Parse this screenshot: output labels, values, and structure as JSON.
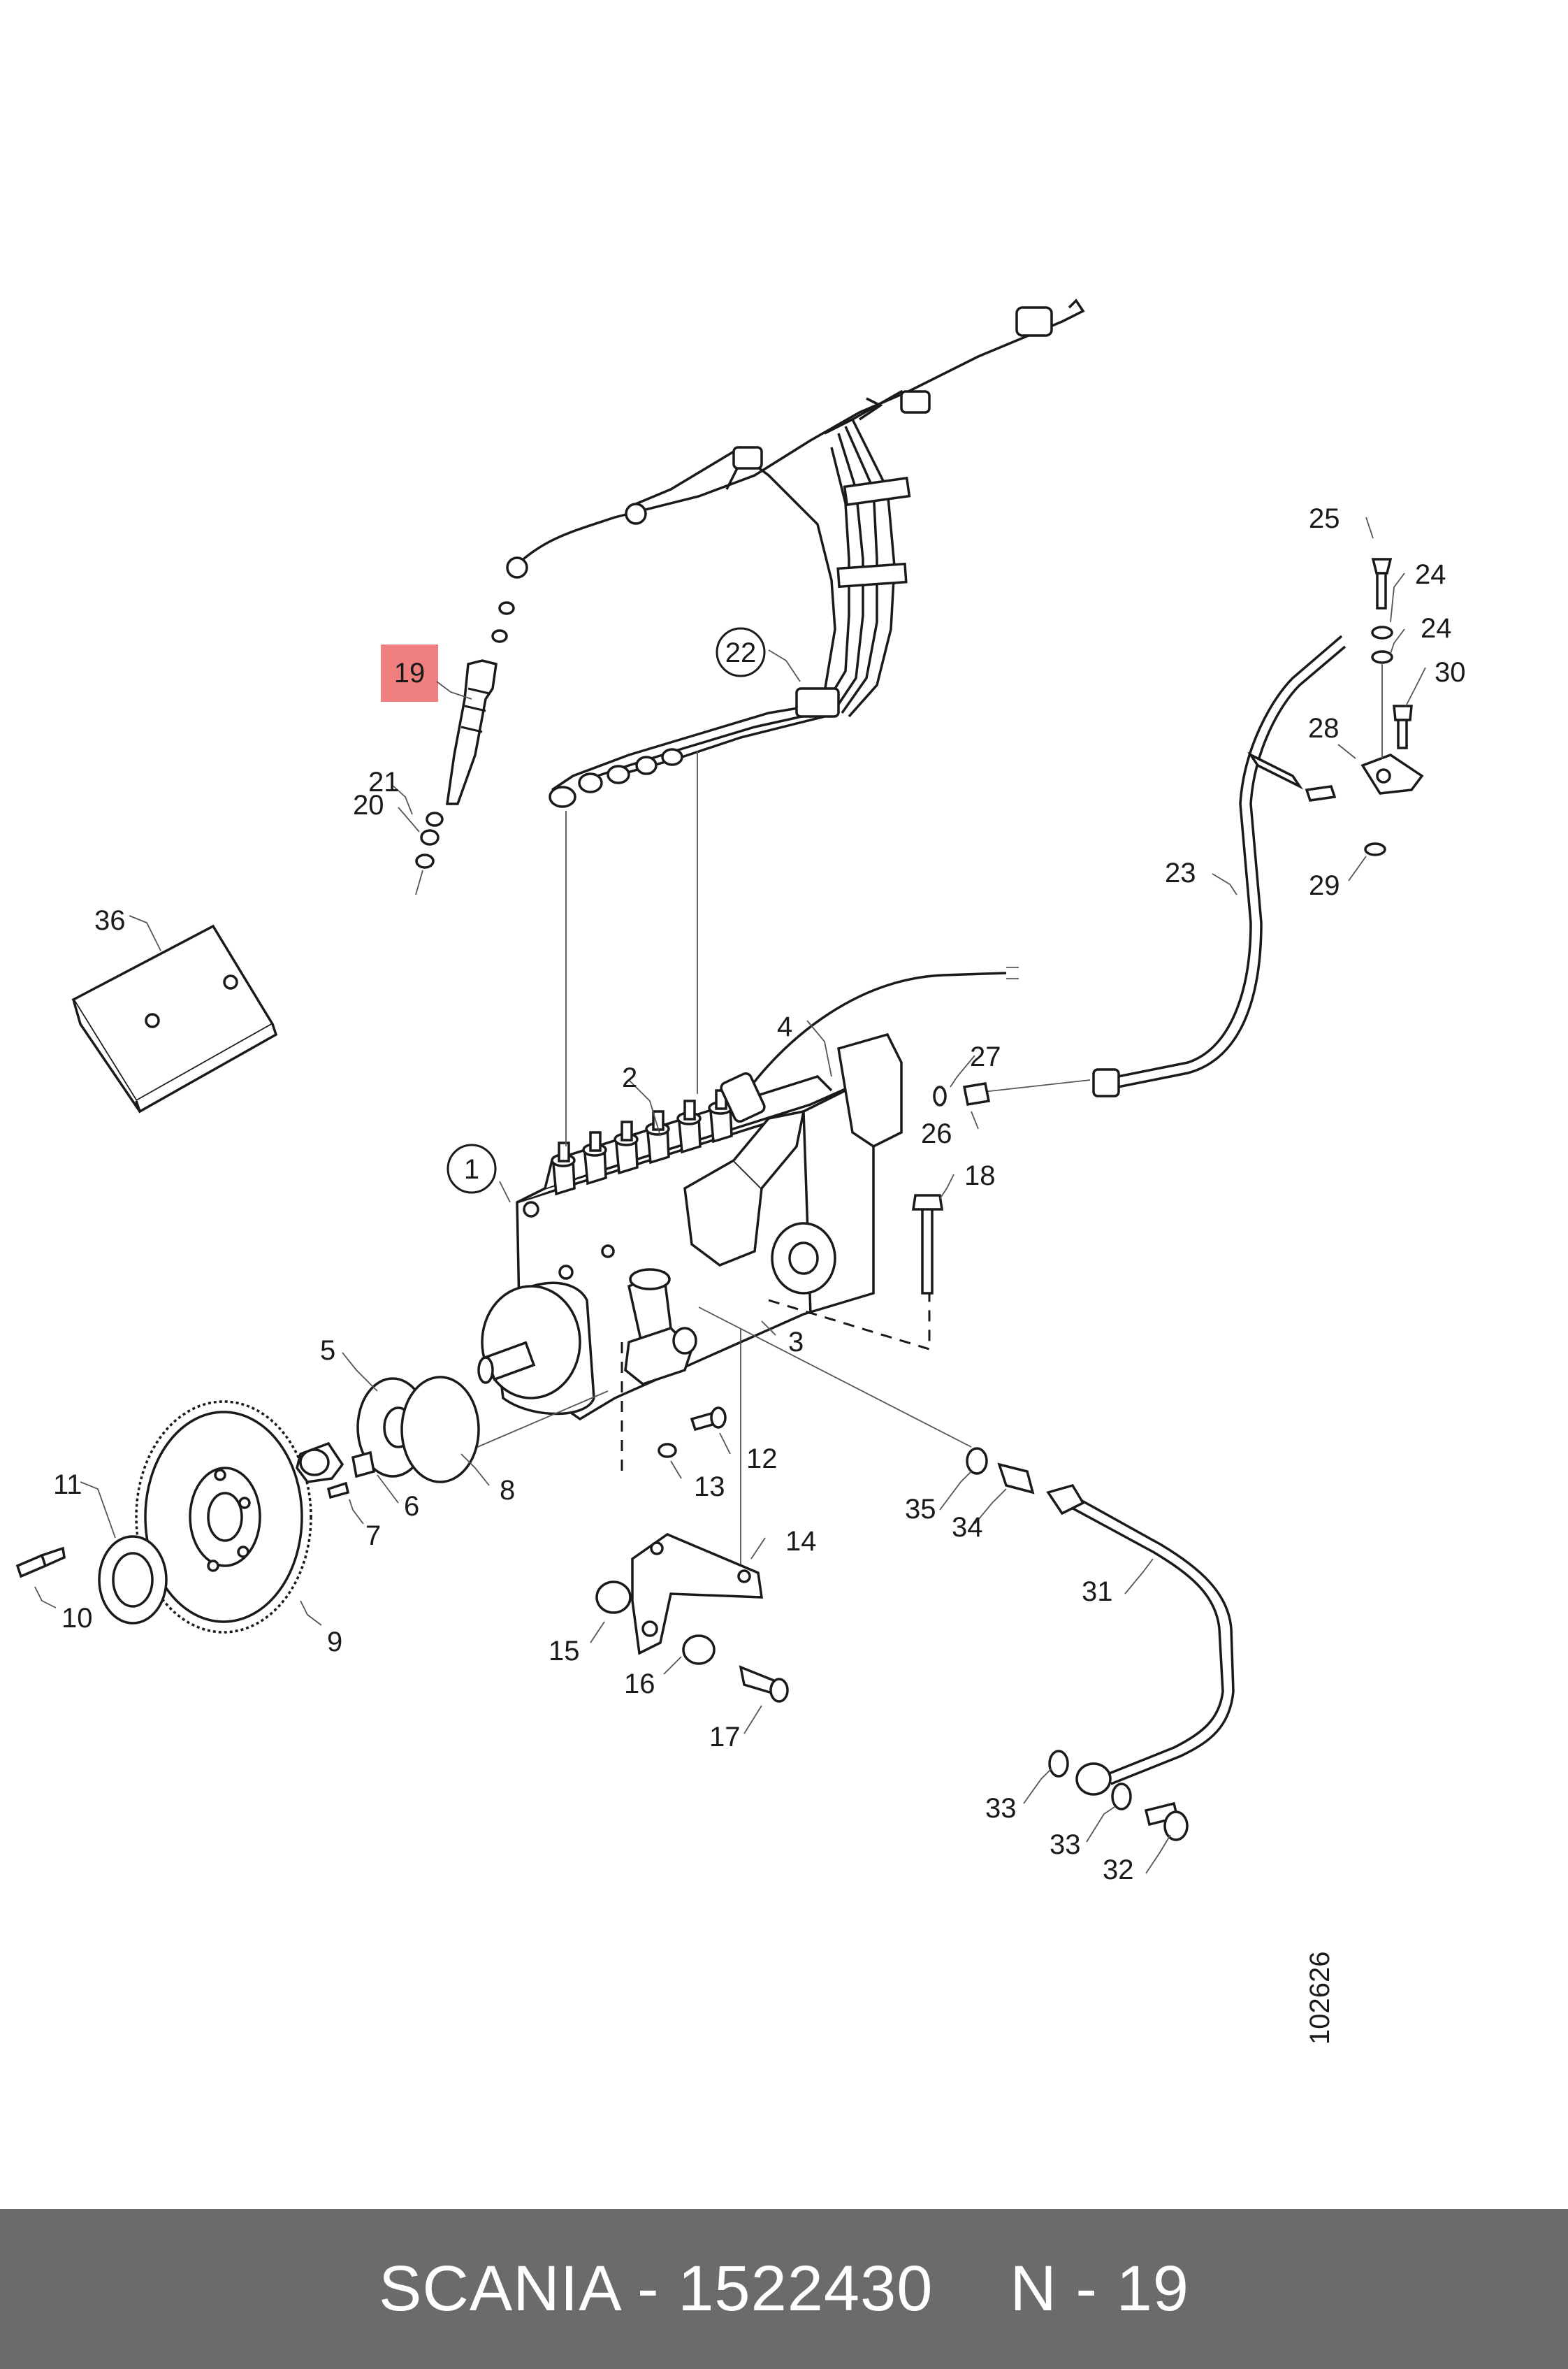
{
  "footer": {
    "brand": "SCANIA",
    "separator": "-",
    "part_number": "1522430",
    "ref": "N - 19"
  },
  "drawing_number": "102626",
  "highlight_color": "#f08080",
  "callouts": {
    "c1": "1",
    "c2": "2",
    "c3": "3",
    "c4": "4",
    "c5": "5",
    "c6": "6",
    "c7": "7",
    "c8": "8",
    "c9": "9",
    "c10": "10",
    "c11": "11",
    "c12": "12",
    "c13": "13",
    "c14": "14",
    "c15": "15",
    "c16": "16",
    "c17": "17",
    "c18": "18",
    "c19": "19",
    "c20": "20",
    "c21": "21",
    "c22": "22",
    "c23": "23",
    "c24a": "24",
    "c24b": "24",
    "c25": "25",
    "c26": "26",
    "c27": "27",
    "c28": "28",
    "c29": "29",
    "c30": "30",
    "c31": "31",
    "c32": "32",
    "c33a": "33",
    "c33b": "33",
    "c34": "34",
    "c35": "35",
    "c36": "36"
  }
}
